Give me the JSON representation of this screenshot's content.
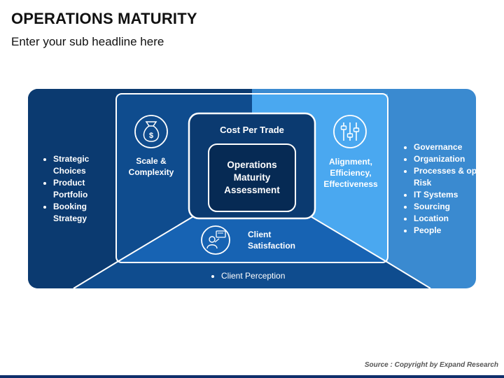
{
  "header": {
    "title": "OPERATIONS MATURITY",
    "subtitle": "Enter your sub headline here"
  },
  "diagram": {
    "center": {
      "top_label": "Cost Per Trade",
      "core_label": "Operations Maturity Assessment"
    },
    "left_inner": {
      "icon": "money-bag-icon",
      "label": "Scale & Complexity"
    },
    "right_inner": {
      "icon": "sliders-icon",
      "label": "Alignment, Efficiency, Effectiveness"
    },
    "bottom_inner": {
      "icon": "client-presentation-icon",
      "label": "Client Satisfaction"
    },
    "left_outer": {
      "items": [
        "Strategic Choices",
        "Product Portfolio",
        "Booking Strategy"
      ]
    },
    "right_outer": {
      "items": [
        "Governance",
        "Organization",
        "Processes & op. Risk",
        "IT Systems",
        "Sourcing",
        "Location",
        "People"
      ]
    },
    "bottom_outer": {
      "items": [
        "Client Perception"
      ]
    }
  },
  "colors": {
    "dark_navy": "#0b3a70",
    "navy": "#0f4c8e",
    "mid_blue": "#1763b3",
    "steel_blue": "#3a8ad0",
    "sky_blue": "#4aa8f0",
    "center_dark": "#062a54"
  },
  "footer": {
    "source": "Source : Copyright by Expand Research"
  }
}
